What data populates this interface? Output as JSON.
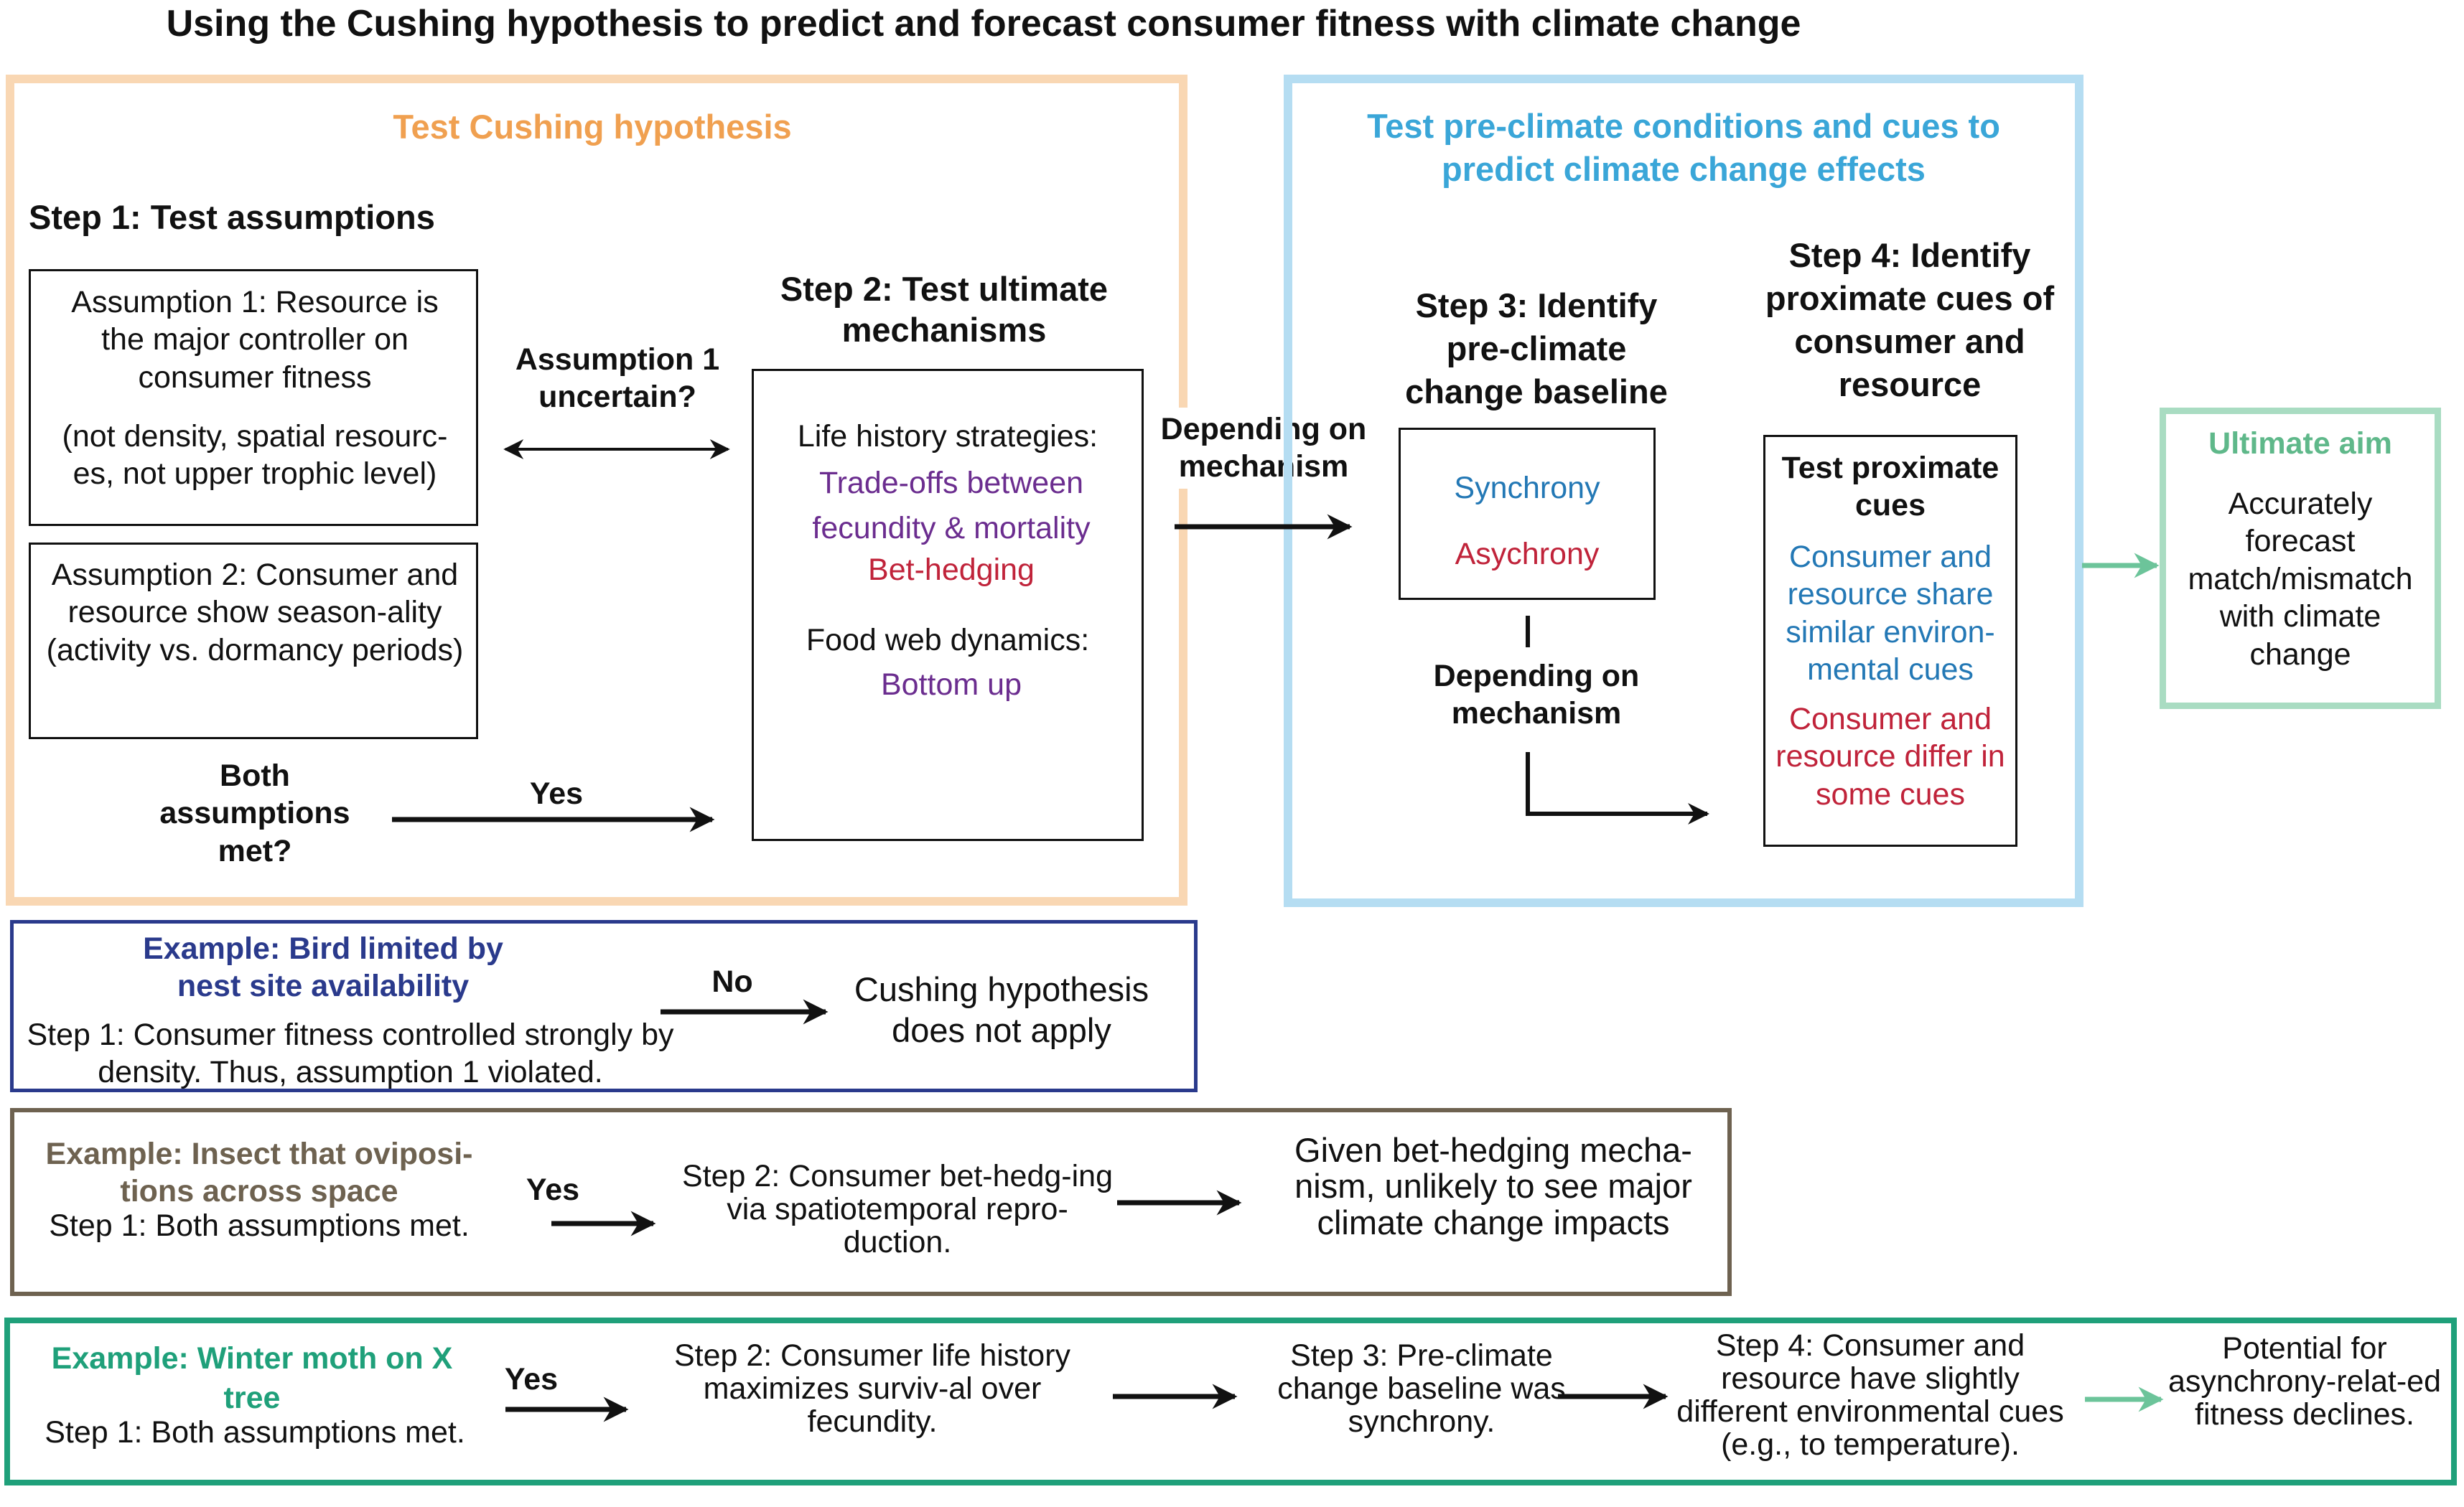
{
  "title": "Using the Cushing hypothesis to predict and forecast consumer fitness with climate change",
  "panel_cushing": {
    "heading": "Test Cushing hypothesis",
    "step1_title": "Step 1: Test assumptions",
    "assumption1": "Assumption 1: Resource is the major controller on consumer fitness",
    "assumption1_note": "(not density, spatial resourc-es, not upper trophic level)",
    "assumption2": "Assumption 2: Consumer and resource show season-ality (activity vs. dormancy periods)",
    "uncertain_label": "Assumption 1 uncertain?",
    "both_met_label": "Both assumptions met?",
    "yes_label": "Yes",
    "step2_title": "Step 2: Test ultimate mechanisms",
    "life_history_label": "Life history strategies:",
    "tradeoffs": "Trade-offs between fecundity & mortality",
    "bet_hedging": "Bet-hedging",
    "food_web_label": "Food web dynamics:",
    "bottom_up": "Bottom up"
  },
  "connector_label": "Depending on mechanism",
  "panel_preclimate": {
    "heading": "Test pre-climate conditions and cues to predict climate change effects",
    "step3_title": "Step 3: Identify pre-climate change baseline",
    "synchrony": "Synchrony",
    "asynchrony": "Asychrony",
    "depending_label": "Depending on mechanism",
    "step4_title": "Step 4: Identify proximate cues of consumer and resource",
    "test_cues": "Test proximate cues",
    "cues_share": "Consumer and resource share similar environ-mental cues",
    "cues_differ": "Consumer and resource differ in some cues"
  },
  "panel_aim": {
    "heading": "Ultimate aim",
    "text": "Accurately forecast match/mismatch with climate change"
  },
  "example_bird": {
    "heading": "Example: Bird limited by nest site availability",
    "step1": "Step 1: Consumer fitness controlled strongly by density. Thus, assumption 1 violated.",
    "arrow_label": "No",
    "outcome": "Cushing hypothesis does not apply"
  },
  "example_insect": {
    "heading": "Example: Insect that oviposi-tions across space",
    "step1": "Step 1: Both assumptions met.",
    "arrow_label": "Yes",
    "step2": "Step 2: Consumer bet-hedg-ing via spatiotemporal repro-duction.",
    "outcome": "Given bet-hedging mecha-nism, unlikely to see major climate change impacts"
  },
  "example_moth": {
    "heading": "Example: Winter moth on X tree",
    "step1": "Step 1: Both assumptions met.",
    "arrow_label": "Yes",
    "step2": "Step 2: Consumer life history maximizes surviv-al over fecundity.",
    "step3": "Step 3: Pre-climate change baseline was synchrony.",
    "step4": "Step 4: Consumer and resource have slightly different environmental cues (e.g., to temperature).",
    "outcome": "Potential for asynchrony-relat-ed fitness declines."
  },
  "colors": {
    "orange": "#f9d7b3",
    "sky": "#b5ddf2",
    "mint": "#a9dcc2",
    "navy": "#2a3a8c",
    "olive": "#6e6250",
    "teal": "#1fa07a"
  }
}
